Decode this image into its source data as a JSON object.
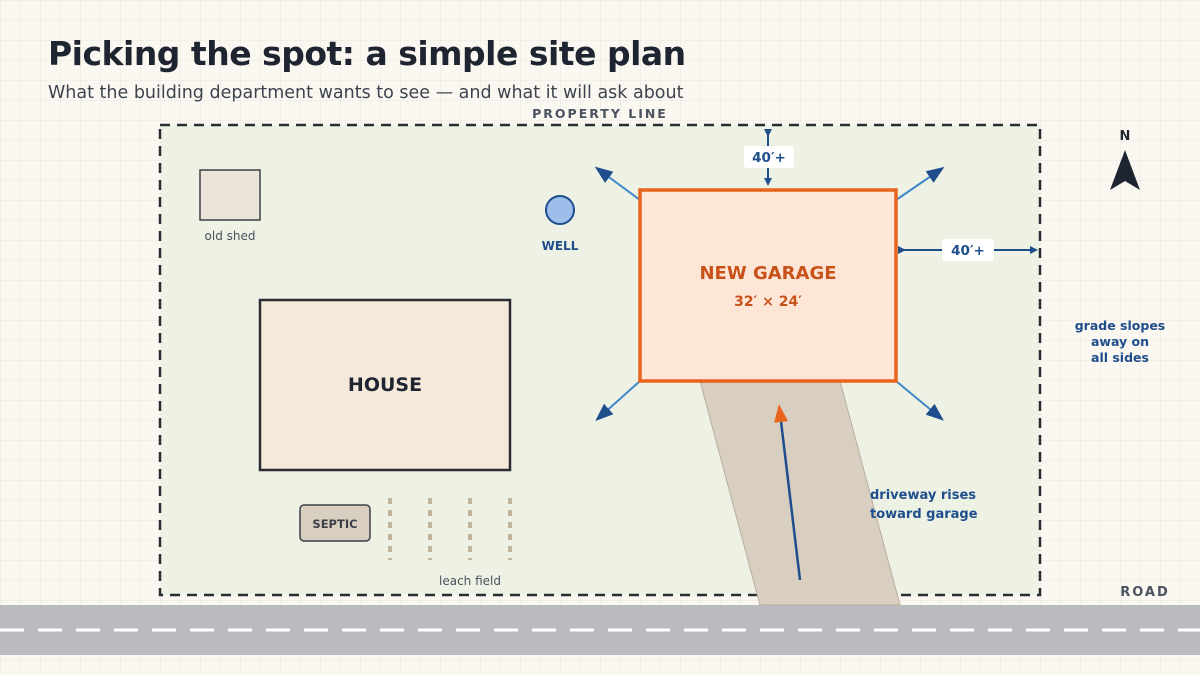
{
  "header": {
    "title": "Picking the spot: a simple site plan",
    "subtitle": "What the building department wants to see — and what it will ask about"
  },
  "plan": {
    "property_line_label": "PROPERTY LINE",
    "north_label": "N",
    "shed_label": "old shed",
    "well_label": "WELL",
    "house_label": "HOUSE",
    "septic_label": "SEPTIC",
    "leach_label": "leach field",
    "garage": {
      "name": "NEW GARAGE",
      "size": "32′ × 24′"
    },
    "setback_top": "40′+",
    "setback_right": "40′+",
    "grade_note": [
      "grade slopes",
      "away on",
      "all sides"
    ],
    "driveway_note": [
      "driveway rises",
      "toward garage"
    ],
    "road_label": "ROAD"
  },
  "colors": {
    "navy": "#1f4e8c",
    "orange": "#e8641c",
    "garage_fill": "#fde6d6",
    "lot_fill": "#eef2e4",
    "house_fill": "#f5e9da",
    "road": "#b9bbbf",
    "driveway": "#d9cfc1"
  }
}
